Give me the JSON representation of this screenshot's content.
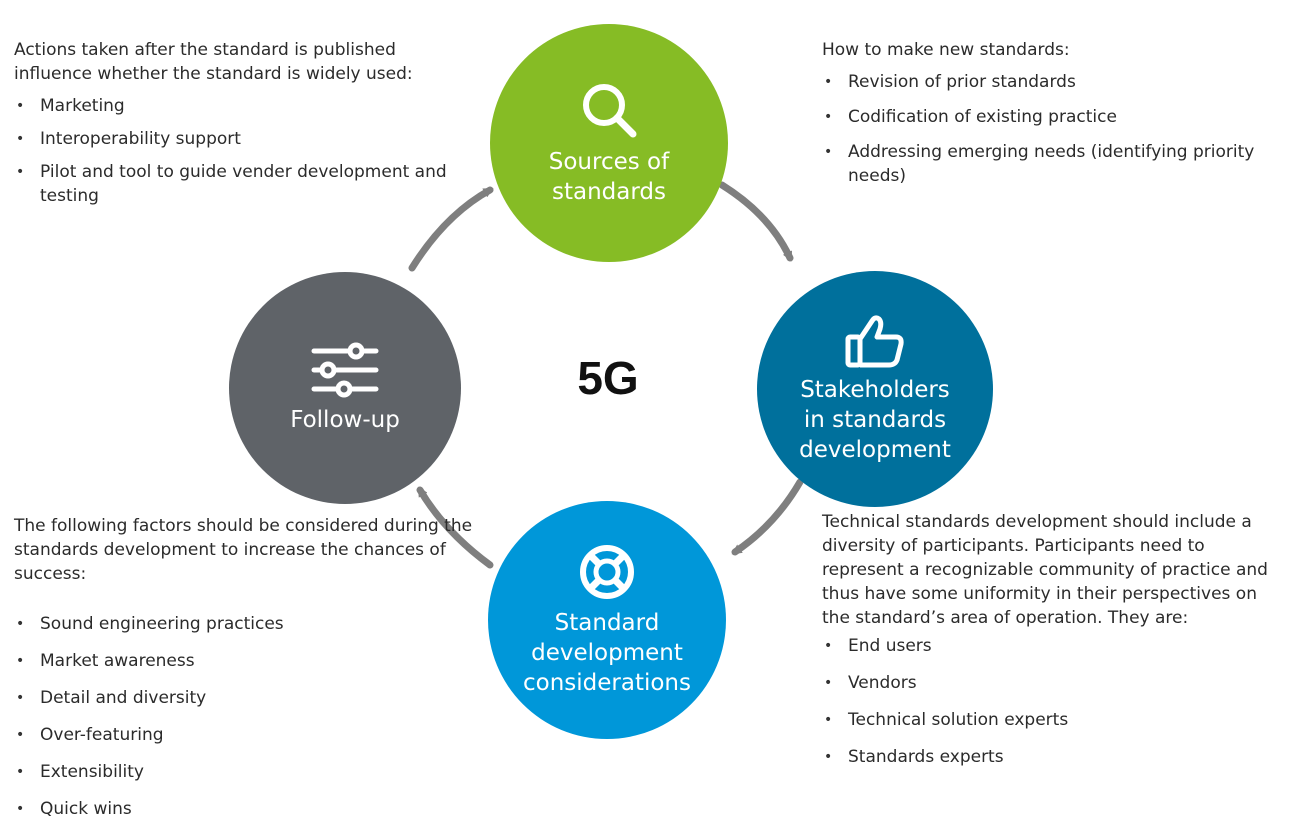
{
  "center": {
    "label": "5G"
  },
  "circles": {
    "sources": {
      "label_line1": "Sources of",
      "label_line2": "standards",
      "icon": "magnifier-icon",
      "color": "#86bc25"
    },
    "stakeholders": {
      "label_line1": "Stakeholders",
      "label_line2": "in standards",
      "label_line3": "development",
      "icon": "thumbs-up-icon",
      "color": "#00709c"
    },
    "considerations": {
      "label_line1": "Standard",
      "label_line2": "development",
      "label_line3": "considerations",
      "icon": "life-ring-icon",
      "color": "#0097d9"
    },
    "followup": {
      "label_line1": "Follow-up",
      "icon": "sliders-icon",
      "color": "#5f6368"
    }
  },
  "notes": {
    "top_left": {
      "intro": "Actions taken after the standard is published influence whether the standard is widely used:",
      "items": [
        "Marketing",
        "Interoperability support",
        "Pilot and tool to guide vender development and testing"
      ]
    },
    "top_right": {
      "intro": "How to make new standards:",
      "items": [
        "Revision of prior standards",
        "Codification of existing practice",
        "Addressing emerging needs (identifying priority needs)"
      ]
    },
    "bottom_left": {
      "intro": "The following factors should be considered during the standards development to increase the chances of success:",
      "items": [
        "Sound engineering practices",
        "Market awareness",
        "Detail and diversity",
        "Over-featuring",
        "Extensibility",
        "Quick wins"
      ]
    },
    "bottom_right": {
      "intro": "Technical standards development should include a diversity of participants. Participants need to represent a recognizable community of practice and thus have some uniformity in their perspectives on the standard’s area of operation. They are:",
      "items": [
        "End users",
        "Vendors",
        "Technical solution experts",
        "Standards experts"
      ]
    }
  },
  "colors": {
    "arrow": "#7f7f7f",
    "text": "#2b2b2b"
  }
}
